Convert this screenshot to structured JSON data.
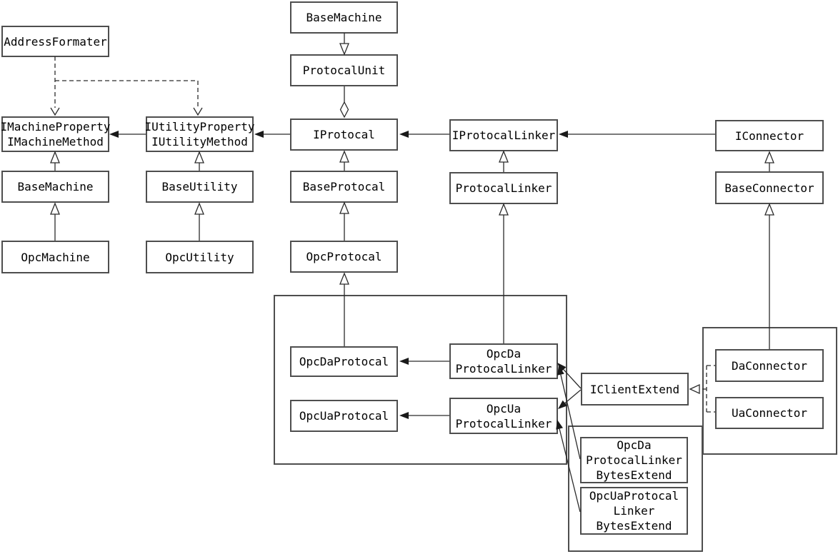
{
  "diagram_type": "uml-class-diagram",
  "nodes": {
    "address_formater": {
      "label": "AddressFormater"
    },
    "base_machine_top": {
      "label": "BaseMachine"
    },
    "protocal_unit": {
      "label": "ProtocalUnit"
    },
    "imachine": {
      "line1": "IMachineProperty",
      "line2": "IMachineMethod"
    },
    "iutility": {
      "line1": "IUtilityProperty",
      "line2": "IUtilityMethod"
    },
    "iprotocal": {
      "label": "IProtocal"
    },
    "iprotocal_linker": {
      "label": "IProtocalLinker"
    },
    "iconnector": {
      "label": "IConnector"
    },
    "base_machine": {
      "label": "BaseMachine"
    },
    "base_utility": {
      "label": "BaseUtility"
    },
    "base_protocal": {
      "label": "BaseProtocal"
    },
    "protocal_linker": {
      "label": "ProtocalLinker"
    },
    "base_connector": {
      "label": "BaseConnector"
    },
    "opc_machine": {
      "label": "OpcMachine"
    },
    "opc_utility": {
      "label": "OpcUtility"
    },
    "opc_protocal": {
      "label": "OpcProtocal"
    },
    "opc_da_protocal": {
      "label": "OpcDaProtocal"
    },
    "opc_ua_protocal": {
      "label": "OpcUaProtocal"
    },
    "opc_da_protocal_linker": {
      "line1": "OpcDa",
      "line2": "ProtocalLinker"
    },
    "opc_ua_protocal_linker": {
      "line1": "OpcUa",
      "line2": "ProtocalLinker"
    },
    "iclient_extend": {
      "label": "IClientExtend"
    },
    "da_connector": {
      "label": "DaConnector"
    },
    "ua_connector": {
      "label": "UaConnector"
    },
    "opc_da_bytes_extend": {
      "line1": "OpcDa",
      "line2": "ProtocalLinker",
      "line3": "BytesExtend"
    },
    "opc_ua_bytes_extend": {
      "line1": "OpcUaProtocal",
      "line2": "Linker",
      "line3": "BytesExtend"
    }
  },
  "relationships": [
    {
      "from": "AddressFormater",
      "to": "IMachineProperty/IMachineMethod",
      "type": "dashed-dependency"
    },
    {
      "from": "AddressFormater",
      "to": "IUtilityProperty/IUtilityMethod",
      "type": "dashed-dependency"
    },
    {
      "from": "BaseMachine(top)",
      "to": "ProtocalUnit",
      "type": "generalization-pointing-down"
    },
    {
      "from": "ProtocalUnit",
      "to": "IProtocal",
      "type": "aggregation-open-diamond"
    },
    {
      "from": "IUtilityProperty/IUtilityMethod",
      "to": "IMachineProperty/IMachineMethod",
      "type": "association-filled-arrow"
    },
    {
      "from": "IProtocal",
      "to": "IUtilityProperty/IUtilityMethod",
      "type": "association-filled-arrow"
    },
    {
      "from": "IProtocalLinker",
      "to": "IProtocal",
      "type": "association-filled-arrow"
    },
    {
      "from": "IConnector",
      "to": "IProtocalLinker",
      "type": "association-filled-arrow"
    },
    {
      "from": "BaseMachine",
      "to": "IMachineProperty/IMachineMethod",
      "type": "generalization"
    },
    {
      "from": "OpcMachine",
      "to": "BaseMachine",
      "type": "generalization"
    },
    {
      "from": "BaseUtility",
      "to": "IUtilityProperty/IUtilityMethod",
      "type": "generalization"
    },
    {
      "from": "OpcUtility",
      "to": "BaseUtility",
      "type": "generalization"
    },
    {
      "from": "BaseProtocal",
      "to": "IProtocal",
      "type": "generalization"
    },
    {
      "from": "OpcProtocal",
      "to": "BaseProtocal",
      "type": "generalization"
    },
    {
      "from": "OpcDaProtocal",
      "to": "OpcProtocal",
      "type": "generalization"
    },
    {
      "from": "ProtocalLinker",
      "to": "IProtocalLinker",
      "type": "generalization"
    },
    {
      "from": "OpcDa ProtocalLinker",
      "to": "ProtocalLinker",
      "type": "generalization"
    },
    {
      "from": "BaseConnector",
      "to": "IConnector",
      "type": "generalization"
    },
    {
      "from": "DaConnector",
      "to": "BaseConnector",
      "type": "generalization"
    },
    {
      "from": "OpcDa ProtocalLinker",
      "to": "OpcDaProtocal",
      "type": "association-filled-arrow"
    },
    {
      "from": "OpcUa ProtocalLinker",
      "to": "OpcUaProtocal",
      "type": "association-filled-arrow"
    },
    {
      "from": "DaConnector",
      "to": "IClientExtend",
      "type": "realization-dashed"
    },
    {
      "from": "UaConnector",
      "to": "IClientExtend",
      "type": "realization-dashed"
    },
    {
      "from": "IClientExtend",
      "to": "OpcDa ProtocalLinker",
      "type": "association-filled-arrow"
    },
    {
      "from": "IClientExtend",
      "to": "OpcUa ProtocalLinker",
      "type": "association-filled-arrow"
    },
    {
      "from": "OpcDa ProtocalLinker BytesExtend",
      "to": "OpcDa ProtocalLinker",
      "type": "association-filled-arrow"
    },
    {
      "from": "OpcUaProtocal Linker BytesExtend",
      "to": "OpcUa ProtocalLinker",
      "type": "association-filled-arrow"
    }
  ],
  "colors": {
    "background": "#ffffff",
    "box_border": "#4e4e4e",
    "line": "#2b2b2b",
    "text": "#000000"
  }
}
